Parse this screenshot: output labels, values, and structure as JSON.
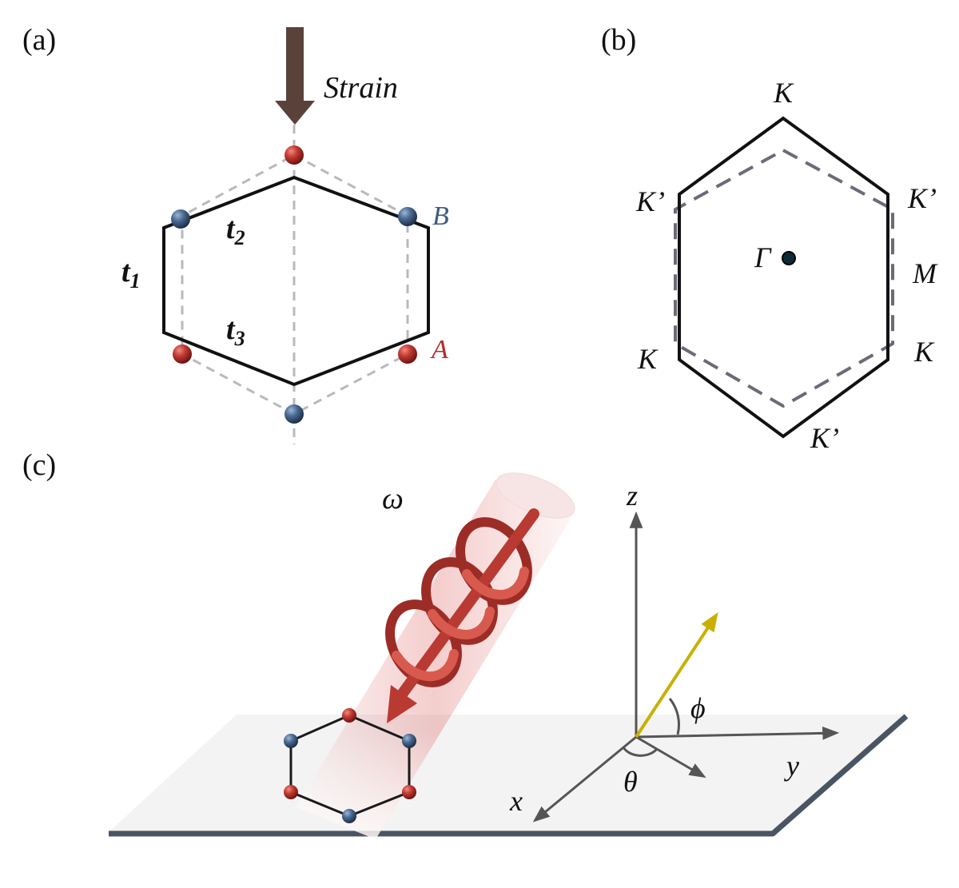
{
  "panels": {
    "a": {
      "label": "(a)",
      "strain_label": "Strain",
      "hopping_labels": {
        "t1": "t",
        "t1_sub": "1",
        "t2": "t",
        "t2_sub": "2",
        "t3": "t",
        "t3_sub": "3"
      },
      "sublattice_labels": {
        "B": "B",
        "A": "A"
      }
    },
    "b": {
      "label": "(b)",
      "points": {
        "K_top": "K",
        "Kp_upper_left": "K’",
        "Kp_upper_right": "K’",
        "Gamma": "Γ",
        "M": "M",
        "K_lower_left": "K",
        "K_lower_right": "K",
        "Kp_bottom": "K’"
      }
    },
    "c": {
      "label": "(c)",
      "frequency_label": "ω",
      "axes": {
        "z": "z",
        "y": "y",
        "x": "x"
      },
      "angles": {
        "phi": "ϕ",
        "theta": "θ"
      }
    }
  },
  "colors": {
    "atom_A": "#b52b2b",
    "atom_B": "#3c5a80",
    "strain_arrow": "#5a423b",
    "light_beam": "#c9443a",
    "polarization_vector": "#c9b000",
    "axis": "#555555",
    "substrate_edge": "#4a5563",
    "substrate_fill": "#f3f3f3",
    "bond": "#111111",
    "reference_dashed": "#b8b8c0"
  }
}
